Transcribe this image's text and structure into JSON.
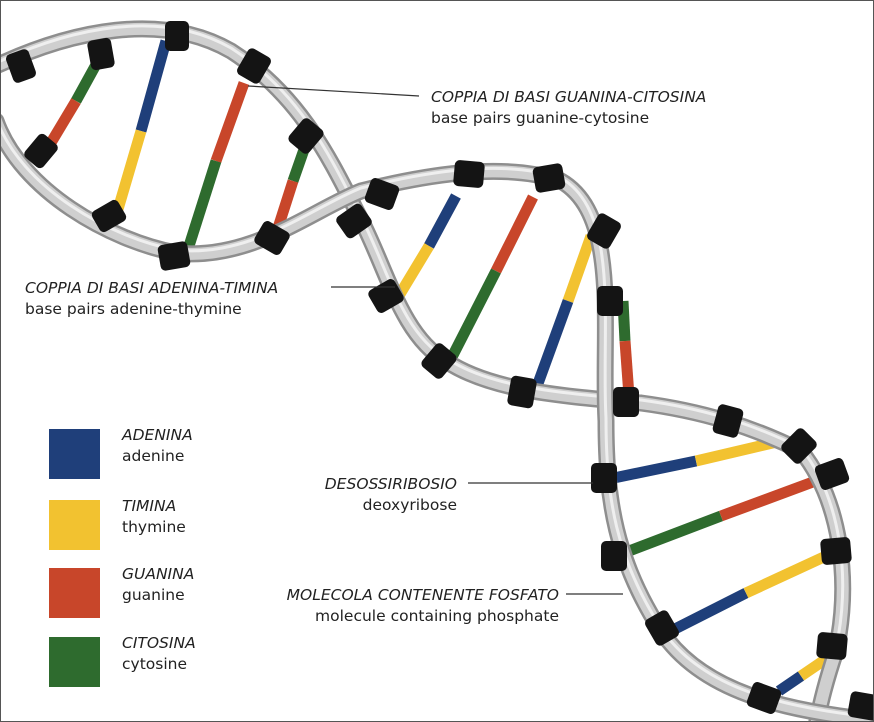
{
  "colors": {
    "adenine": "#1f3f7a",
    "thymine": "#f2c230",
    "guanine": "#c8462a",
    "cytosine": "#2e6b2e",
    "backbone": "#c9c9c9",
    "clip": "#141414"
  },
  "labels": {
    "gc_it": "COPPIA DI BASI GUANINA-CITOSINA",
    "gc_en": "base pairs guanine-cytosine",
    "at_it": "COPPIA DI BASI ADENINA-TIMINA",
    "at_en": "base pairs adenine-thymine",
    "deoxy_it": "DESOSSIRIBOSIO",
    "deoxy_en": "deoxyribose",
    "phosphate_it": "MOLECOLA CONTENENTE FOSFATO",
    "phosphate_en": "molecule containing phosphate"
  },
  "legend": [
    {
      "it": "ADENINA",
      "en": "adenine",
      "color": "#1f3f7a"
    },
    {
      "it": "TIMINA",
      "en": "thymine",
      "color": "#f2c230"
    },
    {
      "it": "GUANINA",
      "en": "guanine",
      "color": "#c8462a"
    },
    {
      "it": "CITOSINA",
      "en": "cytosine",
      "color": "#2e6b2e"
    }
  ]
}
